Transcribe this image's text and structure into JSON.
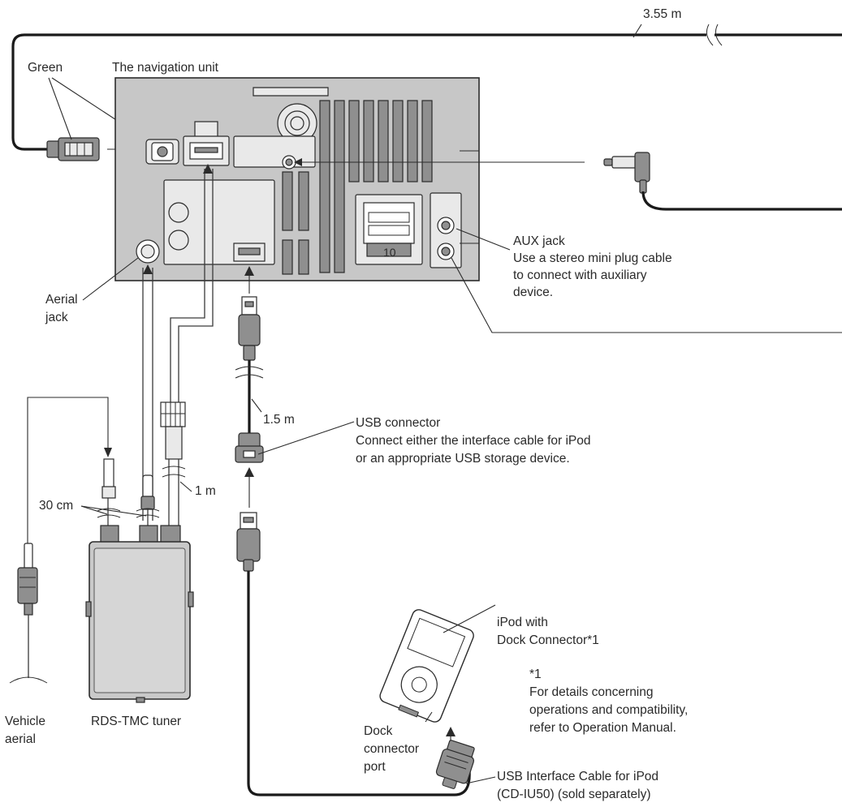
{
  "labels": {
    "cable_length_top": "3.55 m",
    "green": "Green",
    "navigation_unit": "The navigation unit",
    "aerial_jack_1": "Aerial",
    "aerial_jack_2": "jack",
    "aux_jack_title": "AUX jack",
    "aux_jack_desc_1": "Use a stereo mini plug cable",
    "aux_jack_desc_2": "to connect with auxiliary",
    "aux_jack_desc_3": "device.",
    "usb_length": "1.5 m",
    "usb_connector_title": "USB connector",
    "usb_connector_desc_1": "Connect either the interface cable for iPod",
    "usb_connector_desc_2": "or an appropriate USB storage device.",
    "tuner_cable_length": "1 m",
    "short_cable_length": "30 cm",
    "vehicle_aerial_1": "Vehicle",
    "vehicle_aerial_2": "aerial",
    "rds_tmc_tuner": "RDS-TMC tuner",
    "ipod_1": "iPod with",
    "ipod_2": "Dock Connector*1",
    "footnote_mark": "*1",
    "footnote_1": "For details concerning",
    "footnote_2": "operations and compatibility,",
    "footnote_3": "refer to Operation Manual.",
    "dock_port_1": "Dock",
    "dock_port_2": "connector",
    "dock_port_3": "port",
    "usb_interface_cable_1": "USB Interface Cable for iPod",
    "usb_interface_cable_2": "(CD-IU50) (sold separately)",
    "connector_number": "10"
  },
  "icons": [
    "navigation-unit",
    "green-gps-connector",
    "stereo-mini-plug",
    "usb-plug",
    "rds-tmc-tuner-box",
    "vehicle-aerial-plug",
    "ipod-device",
    "dock-connector-plug"
  ]
}
